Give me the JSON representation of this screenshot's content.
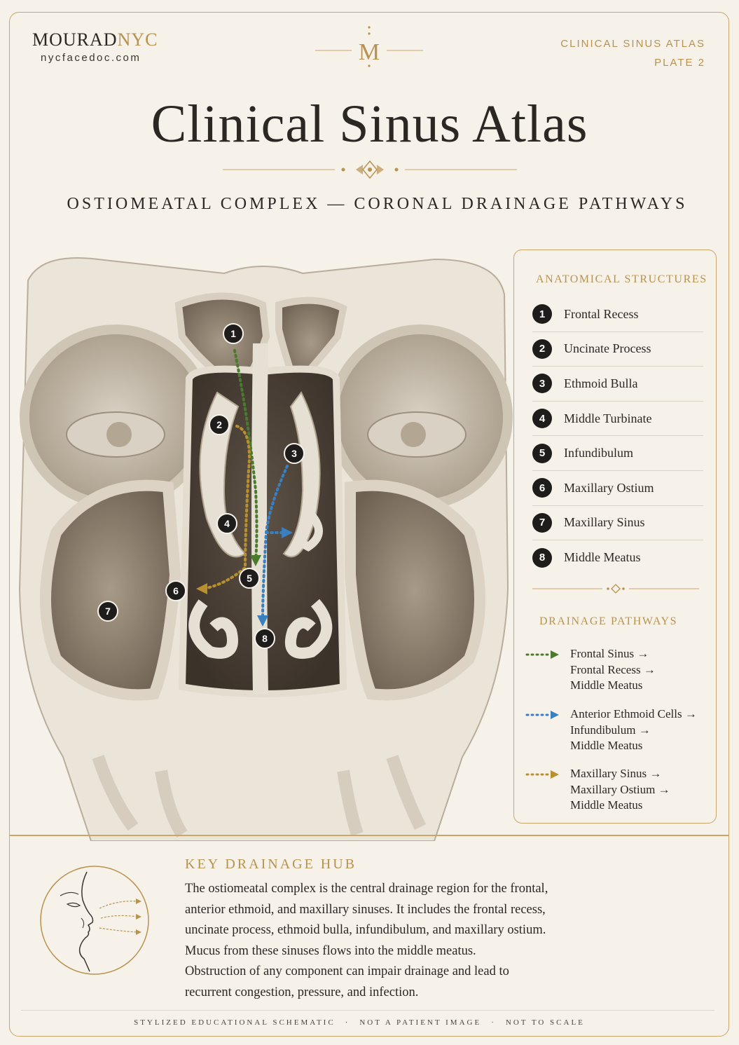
{
  "brand": {
    "name_part1": "MOURAD",
    "name_part2": "NYC",
    "website": "nycfacedoc.com"
  },
  "monogram": "M",
  "plate": {
    "series": "CLINICAL SINUS ATLAS",
    "number": "PLATE 2"
  },
  "title": "Clinical Sinus Atlas",
  "subtitle": "OSTIOMEATAL COMPLEX — CORONAL DRAINAGE PATHWAYS",
  "diagram_markers": [
    "1",
    "2",
    "3",
    "4",
    "5",
    "6",
    "7",
    "8"
  ],
  "legend": {
    "structures_heading": "ANATOMICAL STRUCTURES",
    "structures": [
      {
        "num": "1",
        "label": "Frontal Recess"
      },
      {
        "num": "2",
        "label": "Uncinate Process"
      },
      {
        "num": "3",
        "label": "Ethmoid Bulla"
      },
      {
        "num": "4",
        "label": "Middle Turbinate"
      },
      {
        "num": "5",
        "label": "Infundibulum"
      },
      {
        "num": "6",
        "label": "Maxillary Ostium"
      },
      {
        "num": "7",
        "label": "Maxillary Sinus"
      },
      {
        "num": "8",
        "label": "Middle Meatus"
      }
    ],
    "pathways_heading": "DRAINAGE PATHWAYS",
    "pathways": [
      {
        "color": "#4a7a2e",
        "lines": [
          "Frontal Sinus →",
          "Frontal Recess →",
          "Middle Meatus"
        ]
      },
      {
        "color": "#3a7fc0",
        "lines": [
          "Anterior Ethmoid Cells →",
          "Infundibulum →",
          "Middle Meatus"
        ]
      },
      {
        "color": "#b8912e",
        "lines": [
          "Maxillary Sinus →",
          "Maxillary Ostium →",
          "Middle Meatus"
        ]
      }
    ]
  },
  "hub": {
    "heading": "KEY DRAINAGE HUB",
    "lines": [
      "The ostiomeatal complex is the central drainage region for the frontal,",
      "anterior ethmoid, and maxillary sinuses. It includes the frontal recess,",
      "uncinate process, ethmoid bulla, infundibulum, and maxillary ostium.",
      "Mucus from these sinuses flows into the middle meatus.",
      "Obstruction of any component can impair drainage and lead to",
      "recurrent congestion, pressure, and infection."
    ]
  },
  "footer": [
    "STYLIZED EDUCATIONAL SCHEMATIC",
    "NOT A PATIENT IMAGE",
    "NOT TO SCALE"
  ],
  "colors": {
    "gold": "#b8924f",
    "ink": "#2b2723",
    "paper": "#f6f2ea",
    "green": "#4a7a2e",
    "blue": "#3a7fc0",
    "ochre": "#b8912e"
  }
}
